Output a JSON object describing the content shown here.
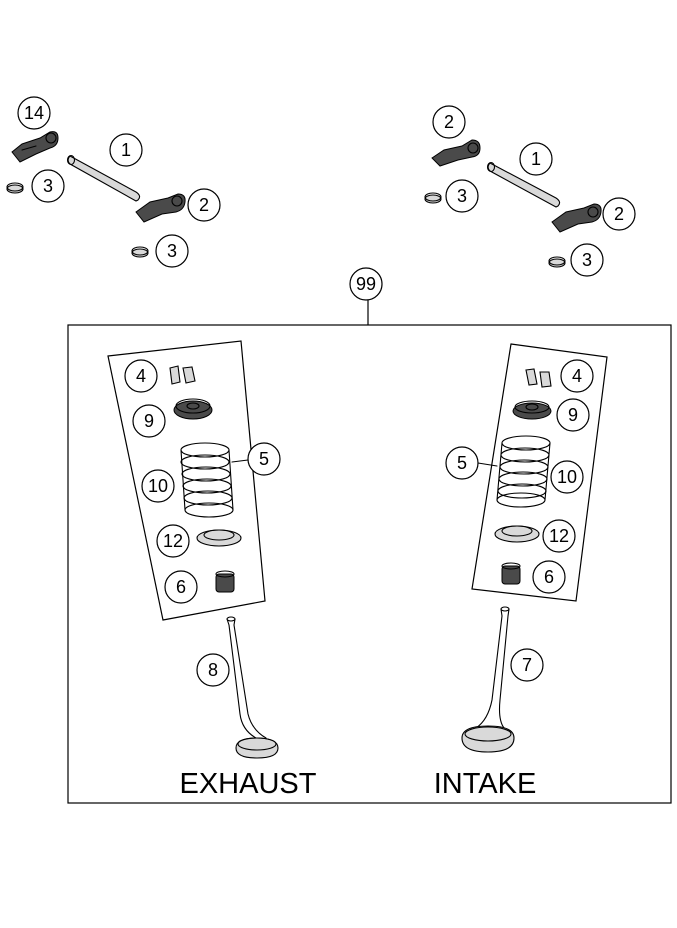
{
  "callouts": {
    "c14": "14",
    "c1_left": "1",
    "c3_left_top": "3",
    "c2_left": "2",
    "c3_left_bottom": "3",
    "c2_right_top": "2",
    "c1_right": "1",
    "c3_right_top": "3",
    "c2_right": "2",
    "c3_right_bottom": "3",
    "c99": "99",
    "c4_ex": "4",
    "c9_ex": "9",
    "c5_ex": "5",
    "c10_ex": "10",
    "c12_ex": "12",
    "c6_ex": "6",
    "c8": "8",
    "c4_in": "4",
    "c9_in": "9",
    "c5_in": "5",
    "c10_in": "10",
    "c12_in": "12",
    "c6_in": "6",
    "c7": "7"
  },
  "labels": {
    "exhaust": "EXHAUST",
    "intake": "INTAKE"
  },
  "colors": {
    "line": "#000000",
    "background": "#ffffff",
    "part_shade": "#d9d9d9"
  }
}
